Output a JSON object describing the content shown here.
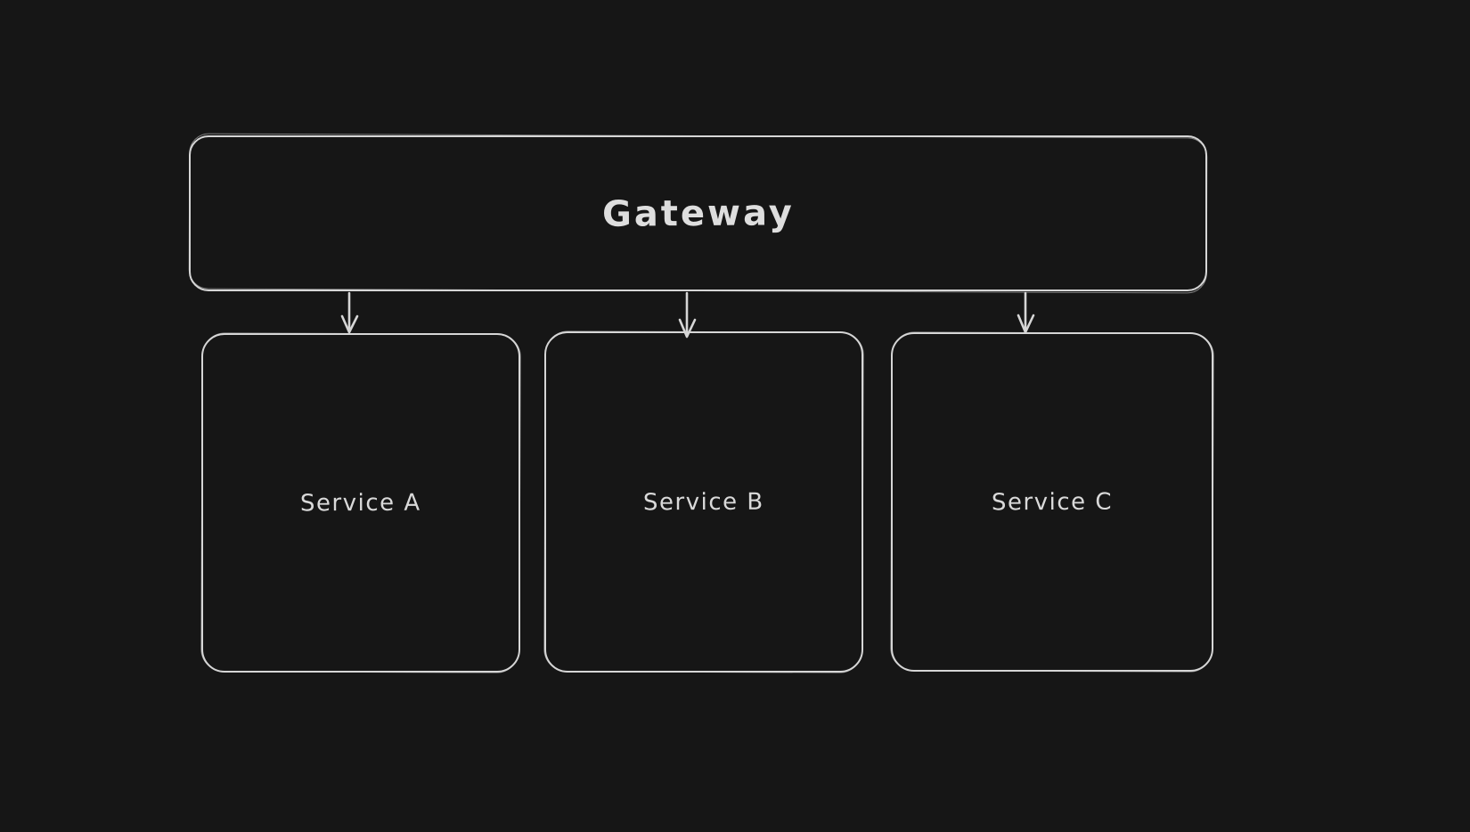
{
  "canvas": {
    "background_color": "#161616",
    "stroke_color": "#d6d6d6",
    "text_color": "#dedede",
    "style": "hand-drawn"
  },
  "diagram": {
    "gateway": {
      "label": "Gateway"
    },
    "services": [
      {
        "label": "Service A"
      },
      {
        "label": "Service B"
      },
      {
        "label": "Service C"
      }
    ],
    "arrows": [
      {
        "from": "Gateway",
        "to": "Service A"
      },
      {
        "from": "Gateway",
        "to": "Service B"
      },
      {
        "from": "Gateway",
        "to": "Service C"
      }
    ]
  }
}
